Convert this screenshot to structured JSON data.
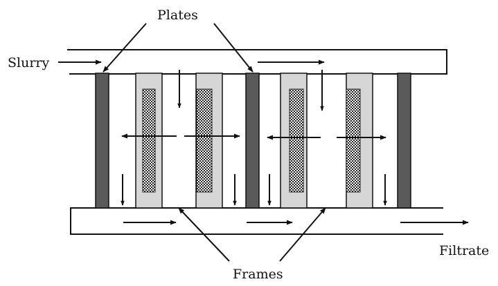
{
  "diagram": {
    "labels": {
      "plates": "Plates",
      "slurry": "Slurry",
      "frames": "Frames",
      "filtrate": "Filtrate"
    },
    "colors": {
      "plate": "#5a5a5a",
      "frame": "#d6d6d6",
      "cake": "#2a2a2a",
      "line": "#111111"
    }
  }
}
